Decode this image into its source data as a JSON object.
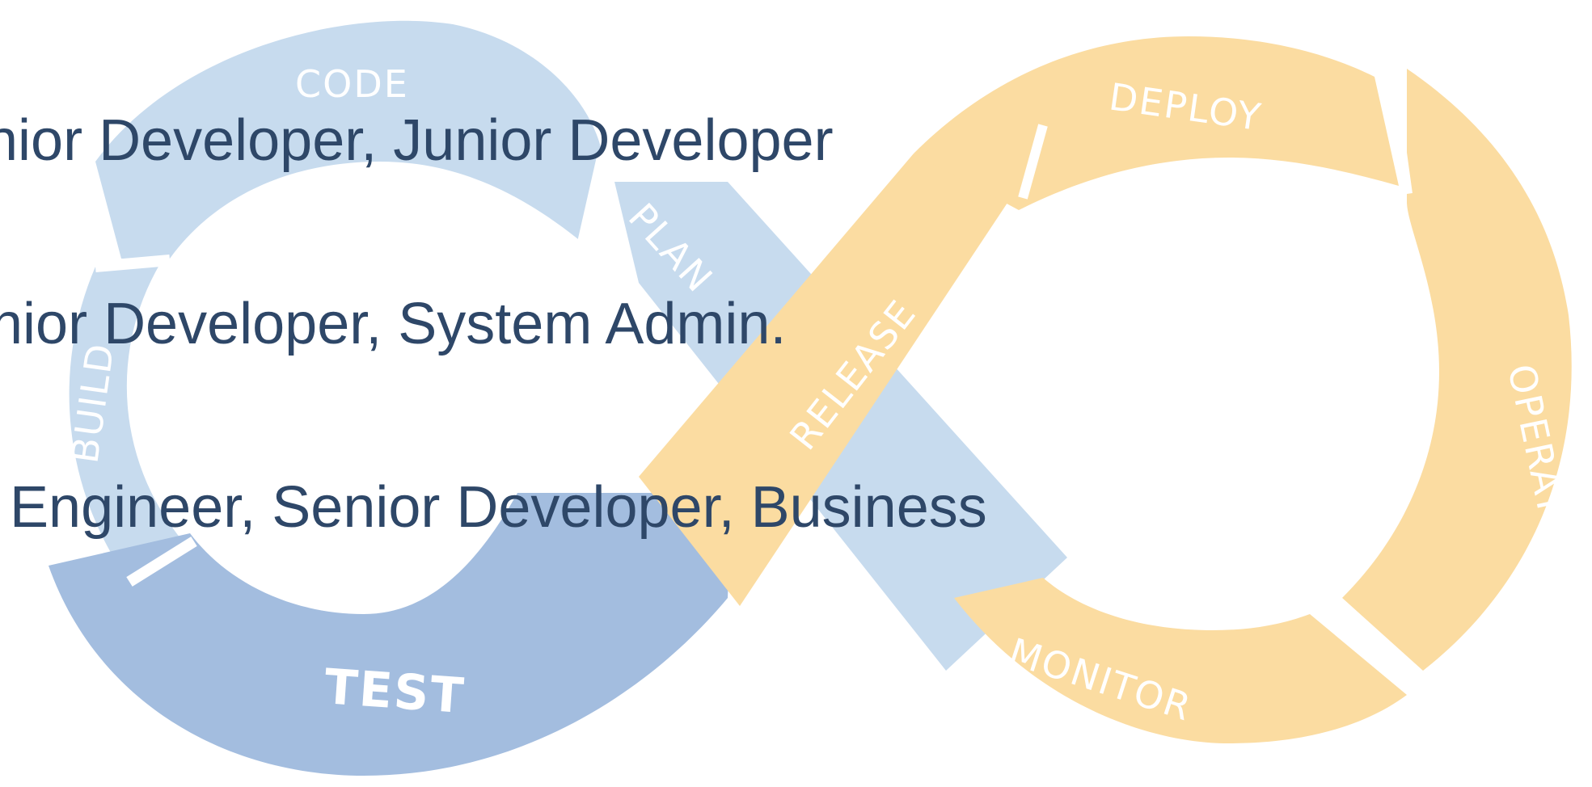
{
  "colors": {
    "blue_light": "#c7dbee",
    "blue_mid": "#a3bddf",
    "orange": "#fbdca1",
    "text_dark": "#111111",
    "text_navy": "#2e4768"
  },
  "segments": {
    "code": "CODE",
    "build": "BUILD",
    "test": "TEST",
    "plan": "PLAN",
    "release": "RELEASE",
    "deploy": "DEPLOY",
    "operate": "OPERATE",
    "monitor": "MONITOR"
  },
  "overlay_lines": [
    {
      "text": "nior Developer, Junior Developer"
    },
    {
      "text": "nior Developer, System Admin."
    },
    {
      "text": " Engineer, Senior Developer, Business"
    }
  ]
}
